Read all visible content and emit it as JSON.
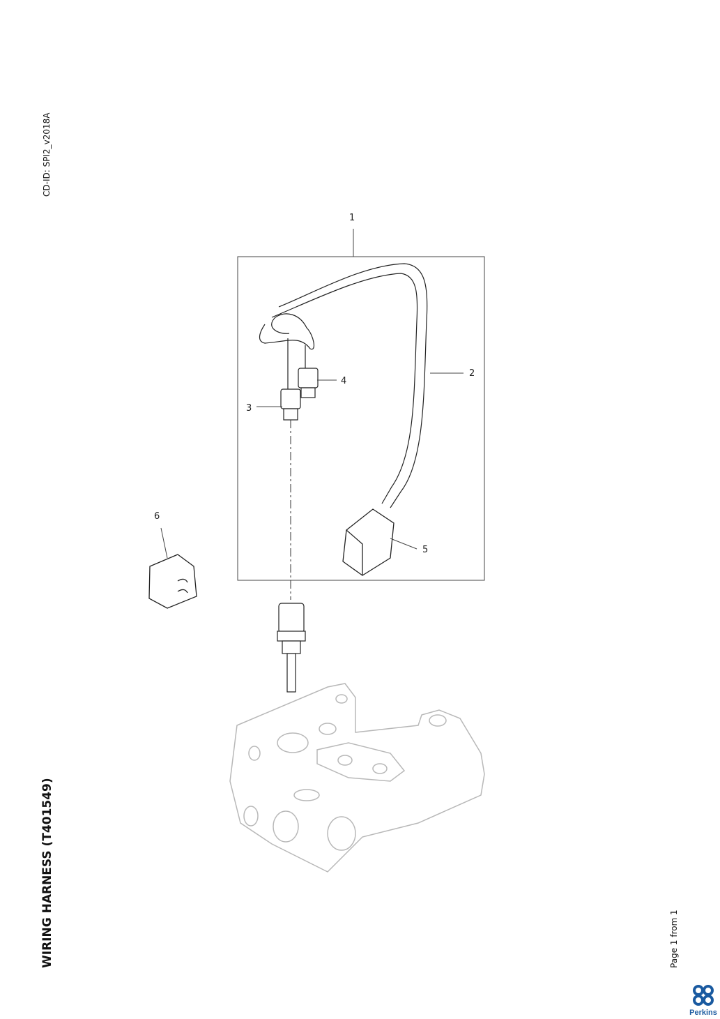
{
  "document": {
    "title": "WIRING HARNESS (T401549)",
    "cd_id": "CD-ID: SPI2_v2018A",
    "page_info": "Page 1 from 1",
    "brand": "Perkins",
    "brand_color": "#1a5aa0"
  },
  "callouts": [
    "1",
    "2",
    "3",
    "4",
    "5",
    "6"
  ]
}
